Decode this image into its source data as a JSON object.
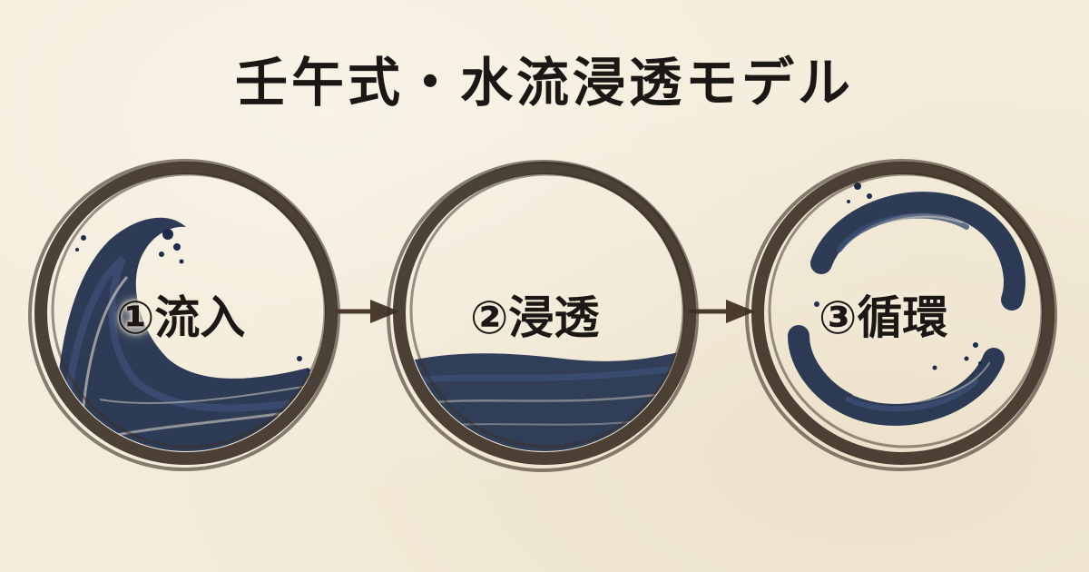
{
  "title": "壬午式・水流浸透モデル",
  "steps": [
    {
      "label": "①流入"
    },
    {
      "label": "②浸透"
    },
    {
      "label": "③循環"
    }
  ],
  "colors": {
    "background": "#f4ecda",
    "ring": "#3a2e24",
    "water": "#1c2b4a",
    "arrow": "#4a3b2e",
    "text": "#1b1714"
  }
}
